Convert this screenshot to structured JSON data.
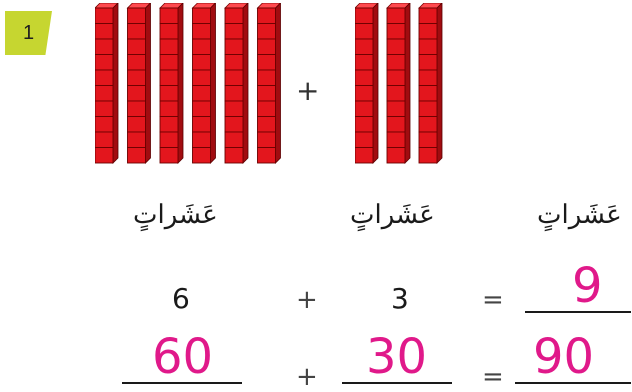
{
  "exercise": {
    "number": "1"
  },
  "rods": {
    "left_count": 6,
    "right_count": 3,
    "units_per_rod": 10,
    "color": "#e3161d"
  },
  "labels": {
    "tens": "عَشَراتٍ"
  },
  "row1": {
    "left": "6",
    "plus": "+",
    "middle": "3",
    "equals": "=",
    "answer": "9"
  },
  "row2": {
    "left": "60",
    "plus": "+",
    "middle": "30",
    "equals": "=",
    "answer": "90"
  },
  "top_plus": "+",
  "colors": {
    "answer": "#e0198a",
    "badge": "#c6d630"
  }
}
